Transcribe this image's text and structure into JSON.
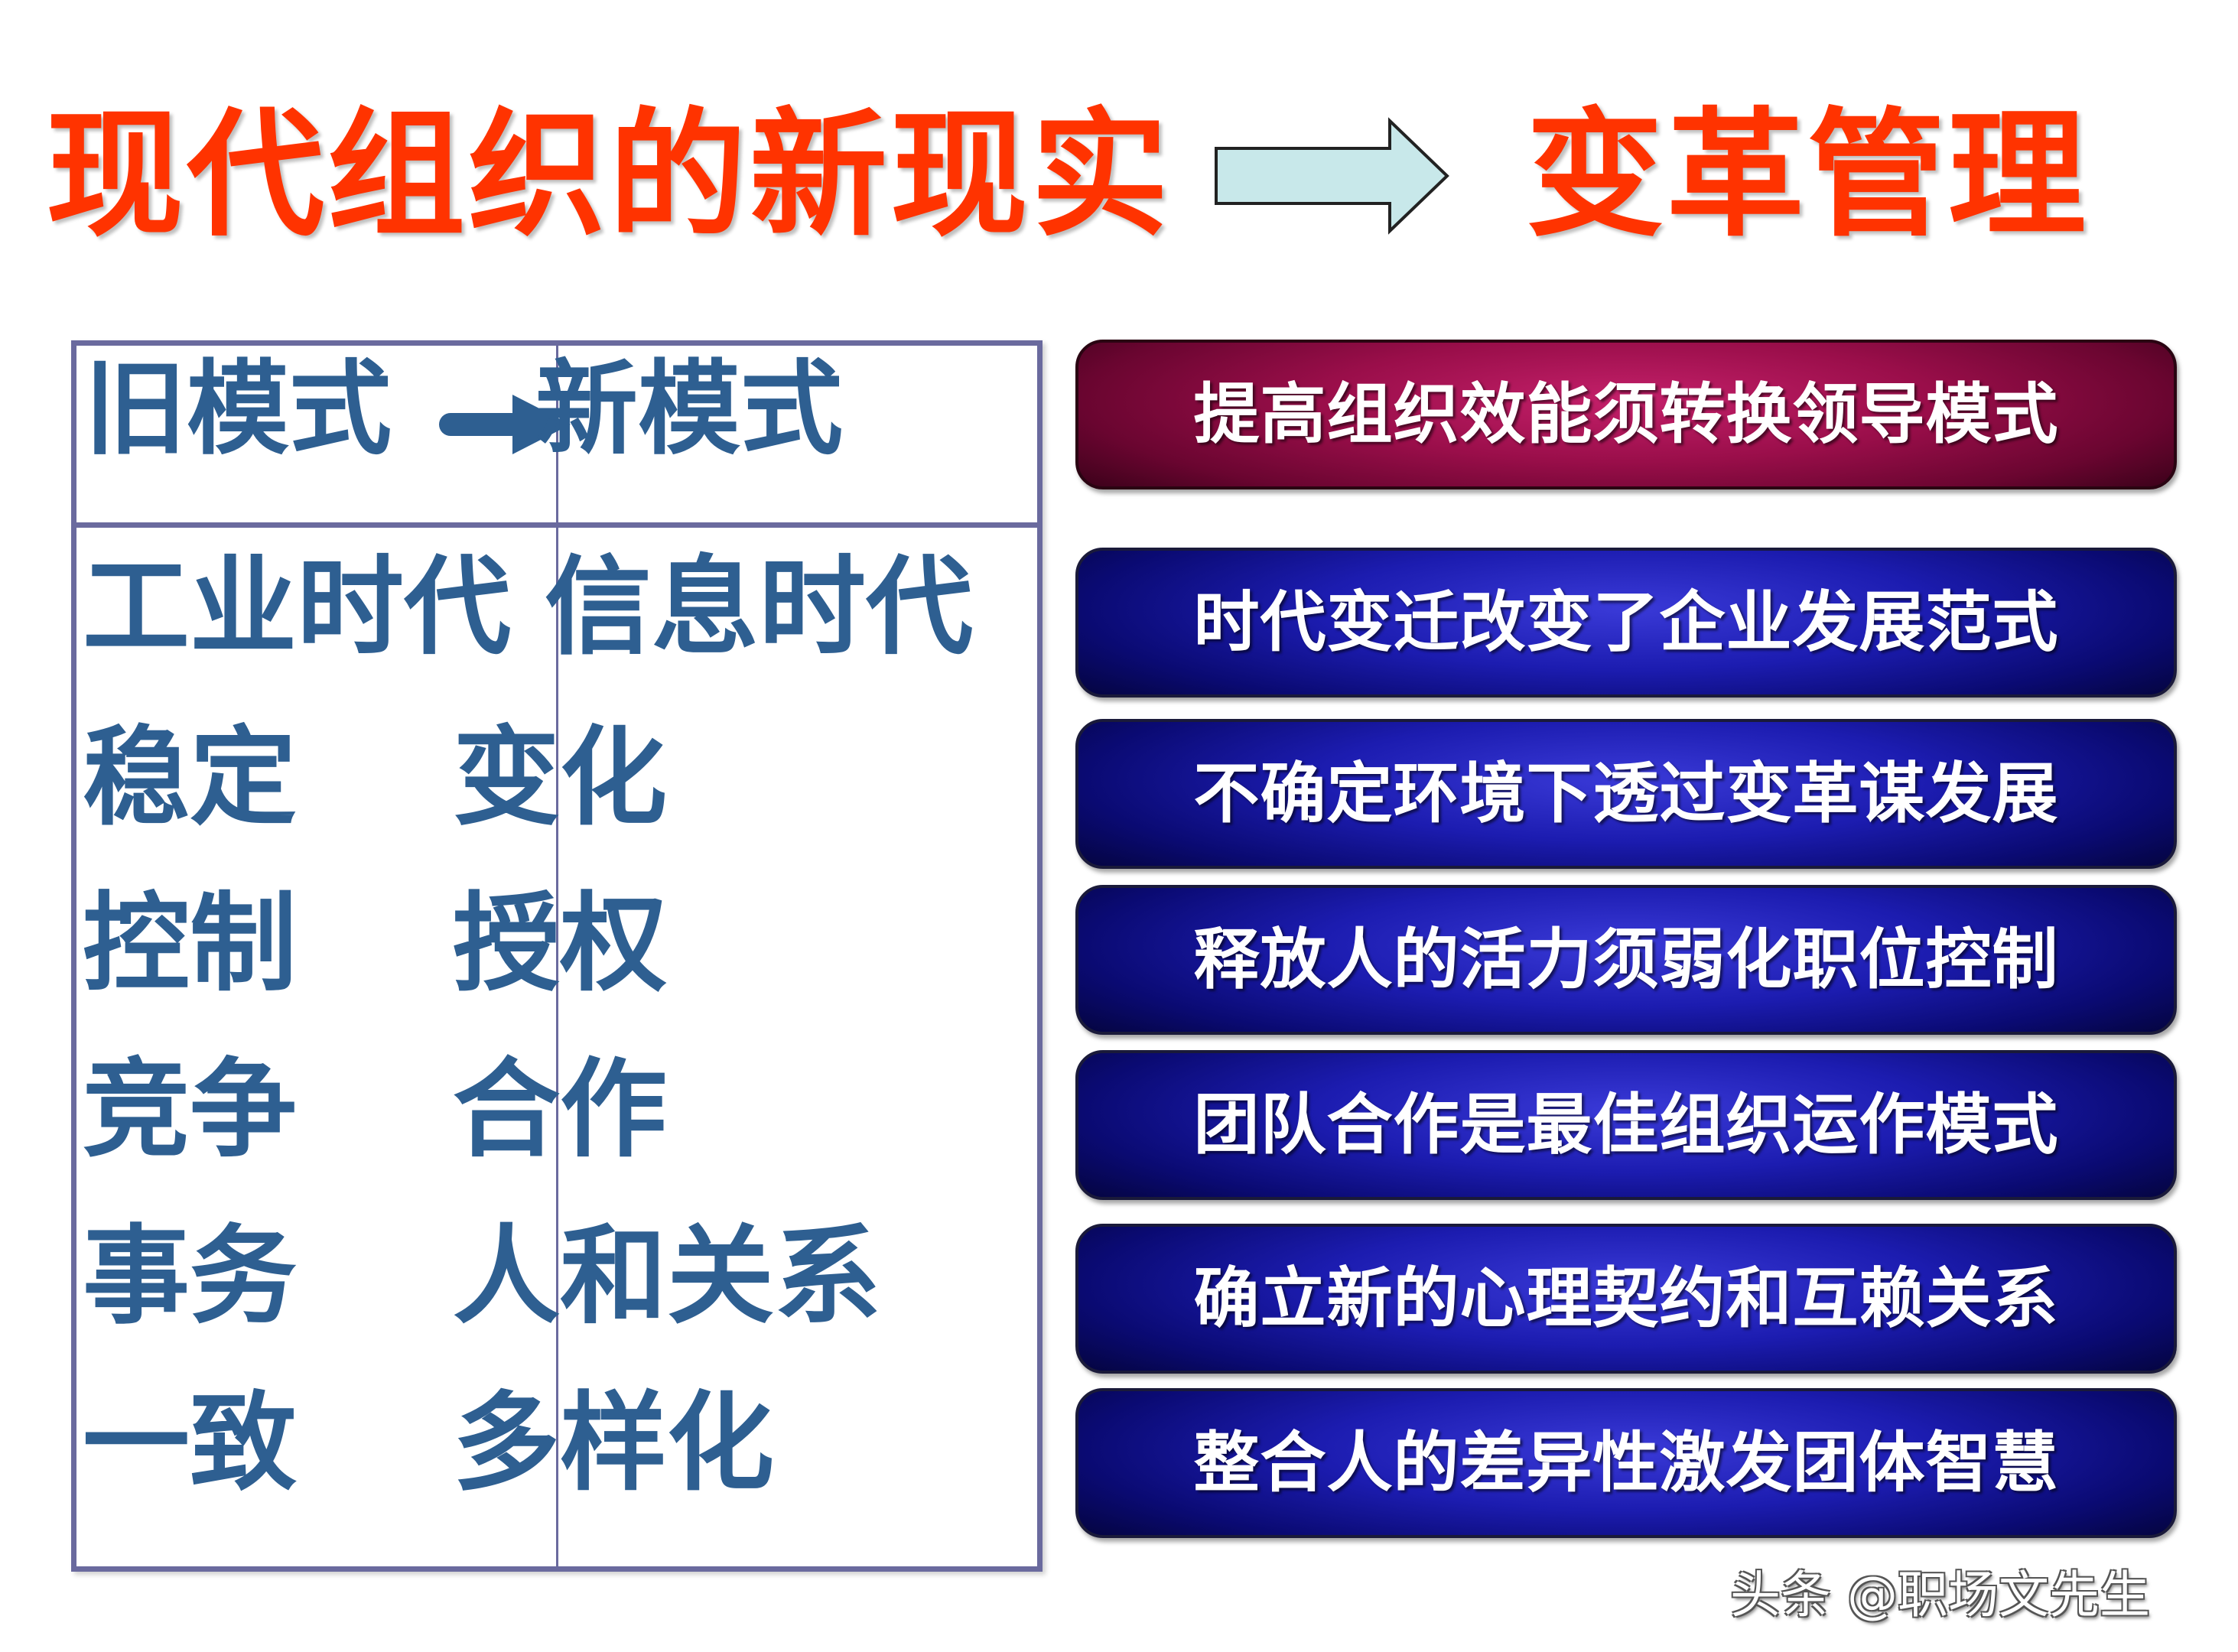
{
  "title": {
    "left": "现代组织的新现实",
    "right": "变革管理",
    "arrow_icon": "right-arrow-icon",
    "color": "#ff3300"
  },
  "table": {
    "header": {
      "old": "旧模式",
      "new": "新模式",
      "arrow_icon": "right-arrow-icon"
    },
    "eras": {
      "old": "工业时代",
      "new": "信息时代"
    },
    "rows": [
      {
        "old": "稳定",
        "new": "变化"
      },
      {
        "old": "控制",
        "new": "授权"
      },
      {
        "old": "竞争",
        "new": "合作"
      },
      {
        "old": "事务",
        "new": "人和关系"
      },
      {
        "old": "一致",
        "new": "多样化"
      }
    ],
    "text_color": "#2e5f91",
    "border_color": "#6a6a9e"
  },
  "principles": [
    "提高组织效能须转换领导模式",
    "时代变迁改变了企业发展范式",
    "不确定环境下透过变革谋发展",
    "释放人的活力须弱化职位控制",
    "团队合作是最佳组织运作模式",
    "确立新的心理契约和互赖关系",
    "整合人的差异性激发团体智慧"
  ],
  "principle_colors": {
    "primary": "#9a0e4a",
    "default": "#1c1cb0"
  },
  "watermark": "头条 @职场文先生"
}
